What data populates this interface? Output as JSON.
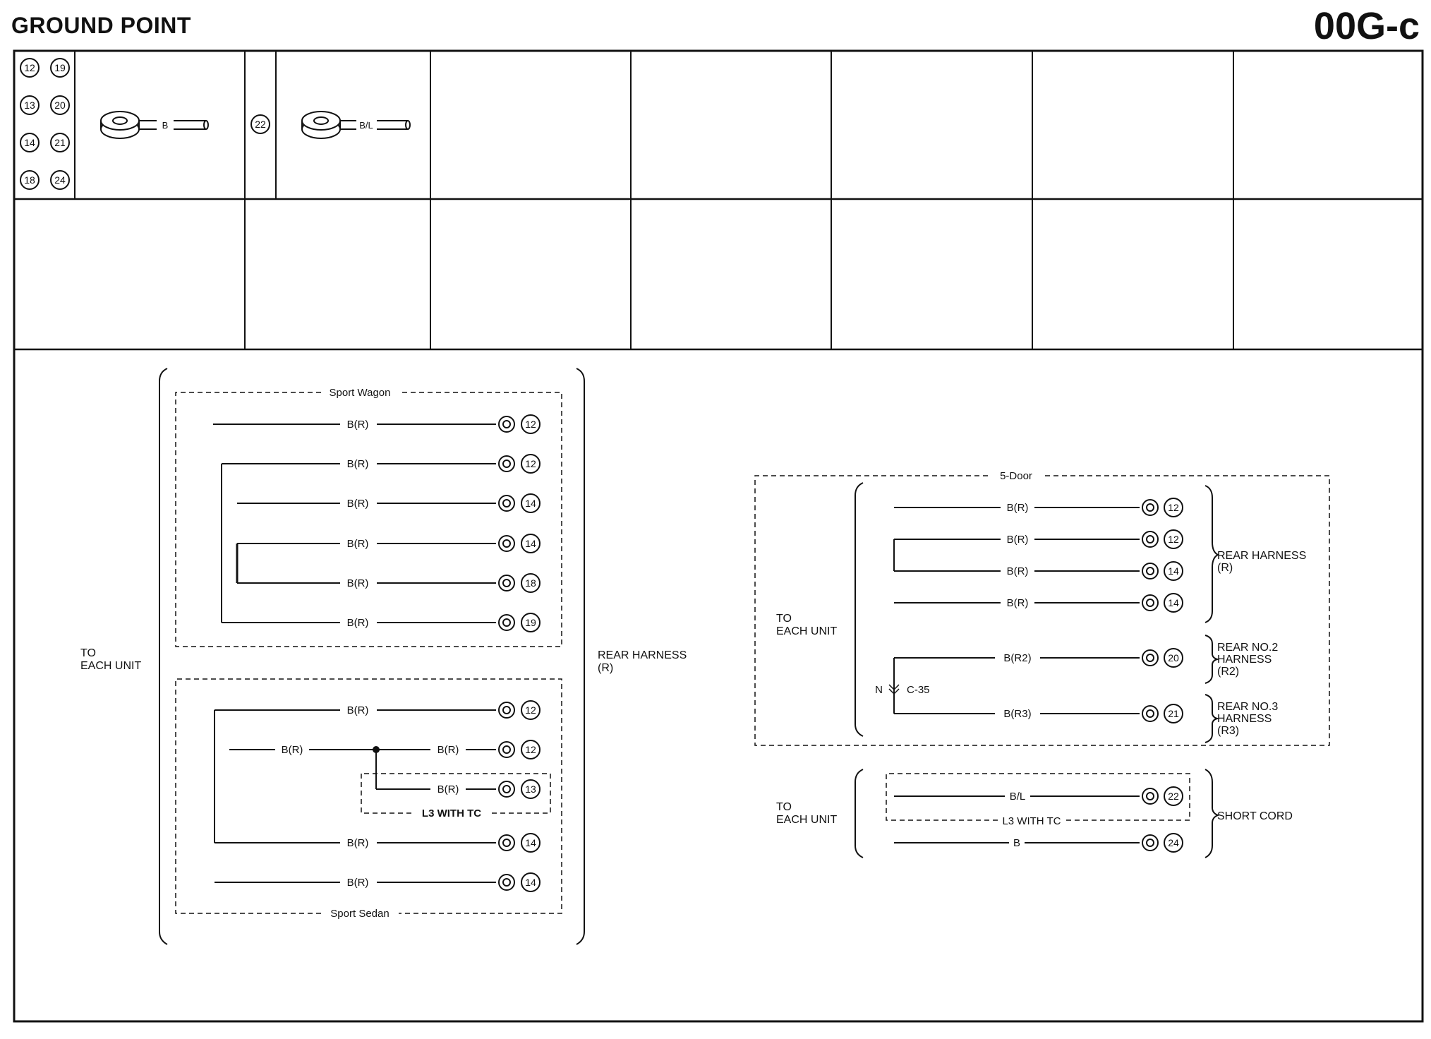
{
  "header": {
    "title": "GROUND POINT",
    "code": "00G-c"
  },
  "legend": {
    "group_a_numbers": [
      "12",
      "19",
      "13",
      "20",
      "14",
      "21",
      "18",
      "24"
    ],
    "group_a_wire": "B",
    "group_b_number": "22",
    "group_b_wire": "B/L"
  },
  "left_diagram": {
    "to_label": [
      "TO",
      "EACH UNIT"
    ],
    "harness_label": [
      "REAR HARNESS",
      "(R)"
    ],
    "wagon_title": "Sport Wagon",
    "wagon_wires": [
      {
        "label": "B(R)",
        "ground": "12"
      },
      {
        "label": "B(R)",
        "ground": "12"
      },
      {
        "label": "B(R)",
        "ground": "14"
      },
      {
        "label": "B(R)",
        "ground": "14"
      },
      {
        "label": "B(R)",
        "ground": "18"
      },
      {
        "label": "B(R)",
        "ground": "19"
      }
    ],
    "sedan_title": "Sport Sedan",
    "sedan_wires": [
      {
        "label": "B(R)",
        "ground": "12"
      },
      {
        "label": "B(R)",
        "ground": "12"
      },
      {
        "label": "B(R)",
        "ground": "13"
      },
      {
        "label": "B(R)",
        "ground": "14"
      },
      {
        "label": "B(R)",
        "ground": "14"
      }
    ],
    "sedan_input_label": "B(R)",
    "l3_label": "L3 WITH TC"
  },
  "right_diagram": {
    "door_title": "5-Door",
    "to_label": [
      "TO",
      "EACH UNIT"
    ],
    "door_wires": [
      {
        "label": "B(R)",
        "ground": "12"
      },
      {
        "label": "B(R)",
        "ground": "12"
      },
      {
        "label": "B(R)",
        "ground": "14"
      },
      {
        "label": "B(R)",
        "ground": "14"
      },
      {
        "label": "B(R2)",
        "ground": "20"
      },
      {
        "label": "B(R3)",
        "ground": "21"
      }
    ],
    "rear_harness_label": [
      "REAR HARNESS",
      "(R)"
    ],
    "rear2_label": [
      "REAR NO.2",
      "HARNESS",
      "(R2)"
    ],
    "rear3_label": [
      "REAR NO.3",
      "HARNESS",
      "(R3)"
    ],
    "connector_n": "N",
    "connector_label": "C-35",
    "short_to_label": [
      "TO",
      "EACH UNIT"
    ],
    "short_wires": [
      {
        "label": "B/L",
        "ground": "22"
      },
      {
        "label": "B",
        "ground": "24"
      }
    ],
    "short_l3_label": "L3 WITH TC",
    "short_cord_label": "SHORT CORD"
  }
}
